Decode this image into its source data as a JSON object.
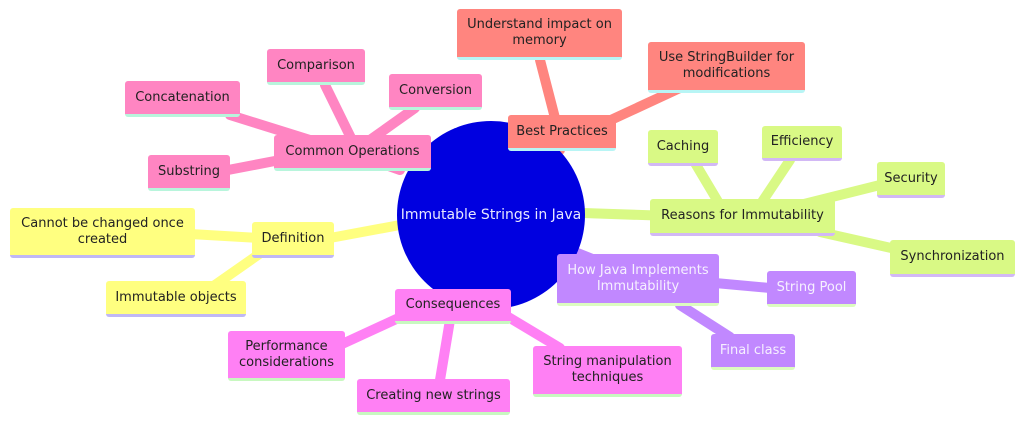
{
  "root": {
    "label": "Immutable Strings in Java",
    "color": "#0000e0"
  },
  "branches": {
    "common_operations": {
      "label": "Common Operations",
      "color": "#ff85c2",
      "children": [
        "Comparison",
        "Concatenation",
        "Conversion",
        "Substring"
      ]
    },
    "best_practices": {
      "label": "Best Practices",
      "color": "#ff857f",
      "children": [
        "Understand impact on memory",
        "Use StringBuilder for modifications"
      ]
    },
    "reasons": {
      "label": "Reasons for Immutability",
      "color": "#d9f985",
      "children": [
        "Caching",
        "Efficiency",
        "Security",
        "Synchronization"
      ]
    },
    "how_java": {
      "label": "How Java Implements Immutability",
      "color": "#c188ff",
      "children": [
        "String Pool",
        "Final class"
      ]
    },
    "consequences": {
      "label": "Consequences",
      "color": "#ff80f4",
      "children": [
        "Performance considerations",
        "Creating new strings",
        "String manipulation techniques"
      ]
    },
    "definition": {
      "label": "Definition",
      "color": "#ffff80",
      "children": [
        "Cannot be changed once created",
        "Immutable objects"
      ]
    }
  }
}
